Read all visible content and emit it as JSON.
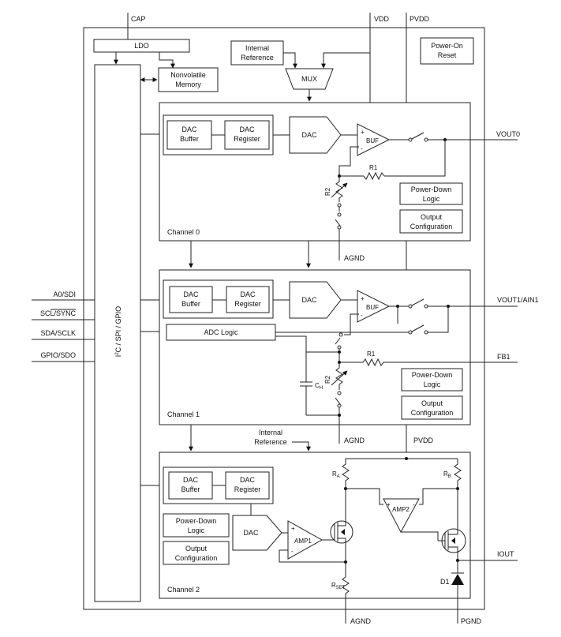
{
  "pins": {
    "cap": "CAP",
    "vdd": "VDD",
    "pvdd_top": "PVDD",
    "a0_sdi": "A0/SDI",
    "scl_sync": "SCL/SYNC",
    "sda_sclk": "SDA/SCLK",
    "gpio_sdo": "GPIO/SDO",
    "vout0": "VOUT0",
    "vout1_ain1": "VOUT1/AIN1",
    "fb1": "FB1",
    "pvdd_mid": "PVDD",
    "iout": "IOUT",
    "agnd_ch0": "AGND",
    "agnd_ch1": "AGND",
    "agnd_bottom": "AGND",
    "pgnd": "PGND"
  },
  "top_blocks": {
    "ldo": "LDO",
    "nvm_line1": "Nonvolatile",
    "nvm_line2": "Memory",
    "intref_line1": "Internal",
    "intref_line2": "Reference",
    "mux": "MUX",
    "por_line1": "Power-On",
    "por_line2": "Reset",
    "interface_prefix": "I",
    "interface_sup": "2",
    "interface_rest": "C / SPI / GPIO"
  },
  "channel0": {
    "title": "Channel 0",
    "dac_buffer_1": "DAC",
    "dac_buffer_2": "Buffer",
    "dac_register_1": "DAC",
    "dac_register_2": "Register",
    "dac": "DAC",
    "buf": "BUF",
    "r1": "R1",
    "r2": "R2",
    "pd_1": "Power-Down",
    "pd_2": "Logic",
    "oc_1": "Output",
    "oc_2": "Configuration"
  },
  "channel1": {
    "title": "Channel 1",
    "dac_buffer_1": "DAC",
    "dac_buffer_2": "Buffer",
    "dac_register_1": "DAC",
    "dac_register_2": "Register",
    "dac": "DAC",
    "buf": "BUF",
    "adc_logic": "ADC Logic",
    "r1": "R1",
    "r2": "R2",
    "ch": "C",
    "ch_sub": "H",
    "pd_1": "Power-Down",
    "pd_2": "Logic",
    "oc_1": "Output",
    "oc_2": "Configuration"
  },
  "channel2": {
    "title": "Channel 2",
    "intref_line1": "Internal",
    "intref_line2": "Reference",
    "dac_buffer_1": "DAC",
    "dac_buffer_2": "Buffer",
    "dac_register_1": "DAC",
    "dac_register_2": "Register",
    "pd_1": "Power-Down",
    "pd_2": "Logic",
    "oc_1": "Output",
    "oc_2": "Configuration",
    "dac": "DAC",
    "amp1": "AMP1",
    "amp2": "AMP2",
    "ra": "R",
    "ra_sub": "A",
    "rb": "R",
    "rb_sub": "B",
    "rset": "R",
    "rset_sub": "SET",
    "d1": "D1"
  },
  "opamp_plus": "+",
  "opamp_minus": "-"
}
